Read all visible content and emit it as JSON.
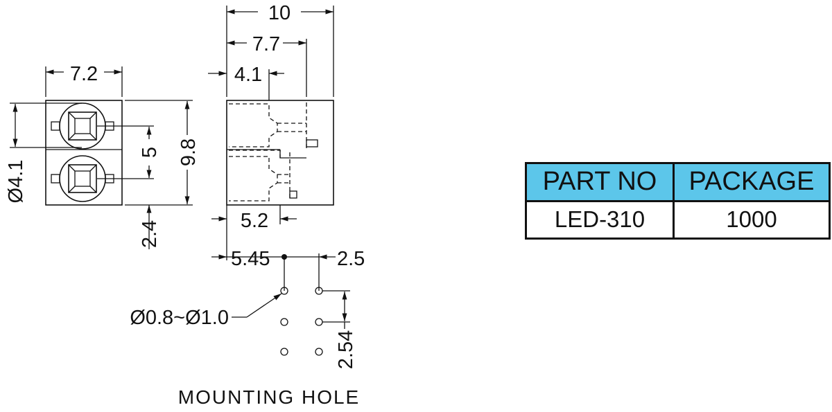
{
  "dimensions": {
    "front_width": "7.2",
    "front_height": "9.8",
    "lens_pitch": "5",
    "lens_diameter": "Ø4.1",
    "lead_offset": "2.4",
    "side_length": "10",
    "side_7_7": "7.7",
    "side_4_1": "4.1",
    "side_5_2": "5.2",
    "mount_offset": "5.45",
    "mount_pitch_x": "2.5",
    "mount_pitch_y": "2.54",
    "hole_diameter": "Ø0.8~Ø1.0"
  },
  "mounting_caption": "MOUNTING HOLE",
  "table": {
    "headers": [
      "PART NO",
      "PACKAGE"
    ],
    "row": [
      "LED-310",
      "1000"
    ],
    "header_color": "#5cc6ea"
  }
}
